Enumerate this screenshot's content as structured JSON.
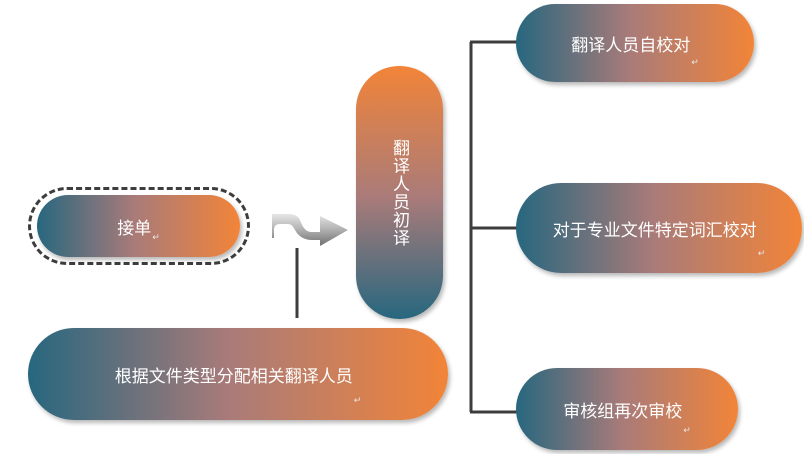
{
  "nodes": {
    "receive_order": "接单",
    "assign_translators": "根据文件类型分配相关翻译人员",
    "initial_translation": "翻译人员初译",
    "self_proofread": "翻译人员自校对",
    "term_proofread": "对于专业文件特定词汇校对",
    "review_group": "审核组再次审校"
  },
  "paragraph_mark": "↵",
  "colors": {
    "gradient_start": "#27677f",
    "gradient_mid": "#a97b79",
    "gradient_end": "#f28438",
    "line": "#3d3d3d",
    "arrow": "#8c8c8c"
  }
}
